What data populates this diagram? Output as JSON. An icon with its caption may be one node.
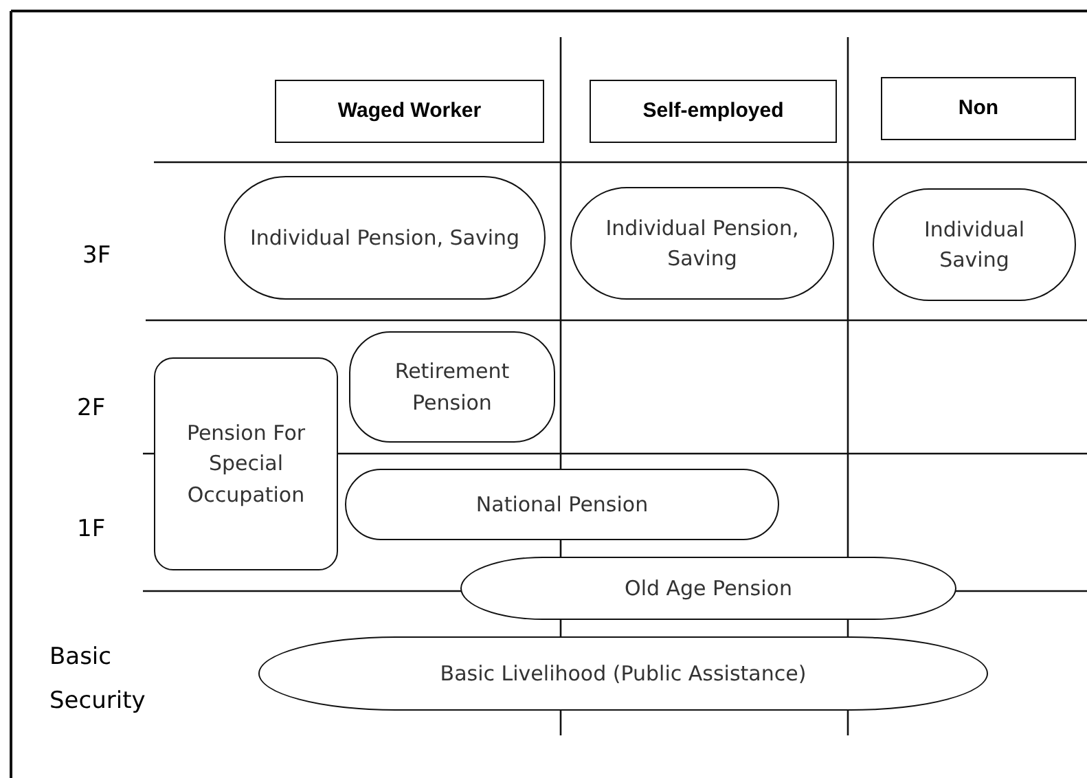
{
  "diagram": {
    "nodes": [
      {
        "text": [
          "Waged Worker"
        ]
      },
      {
        "text": [
          "Self-employed"
        ]
      },
      {
        "text": [
          "Non"
        ]
      },
      {
        "text": [
          "Individual Pension, Saving"
        ]
      },
      {
        "text": [
          "Individual Pension, Saving"
        ]
      },
      {
        "text": [
          "Individual Saving"
        ]
      },
      {
        "text": [
          "Retirement Pension"
        ]
      },
      {
        "text": [
          "Pension For Special Occupation"
        ]
      },
      {
        "text": [
          "National Pension"
        ]
      },
      {
        "text": [
          "Old Age Pension"
        ]
      },
      {
        "text": [
          "Basic Livelihood (Public Assistance)"
        ]
      }
    ],
    "labels": [
      "3F",
      "2F",
      "1F",
      "Basic Security"
    ]
  }
}
